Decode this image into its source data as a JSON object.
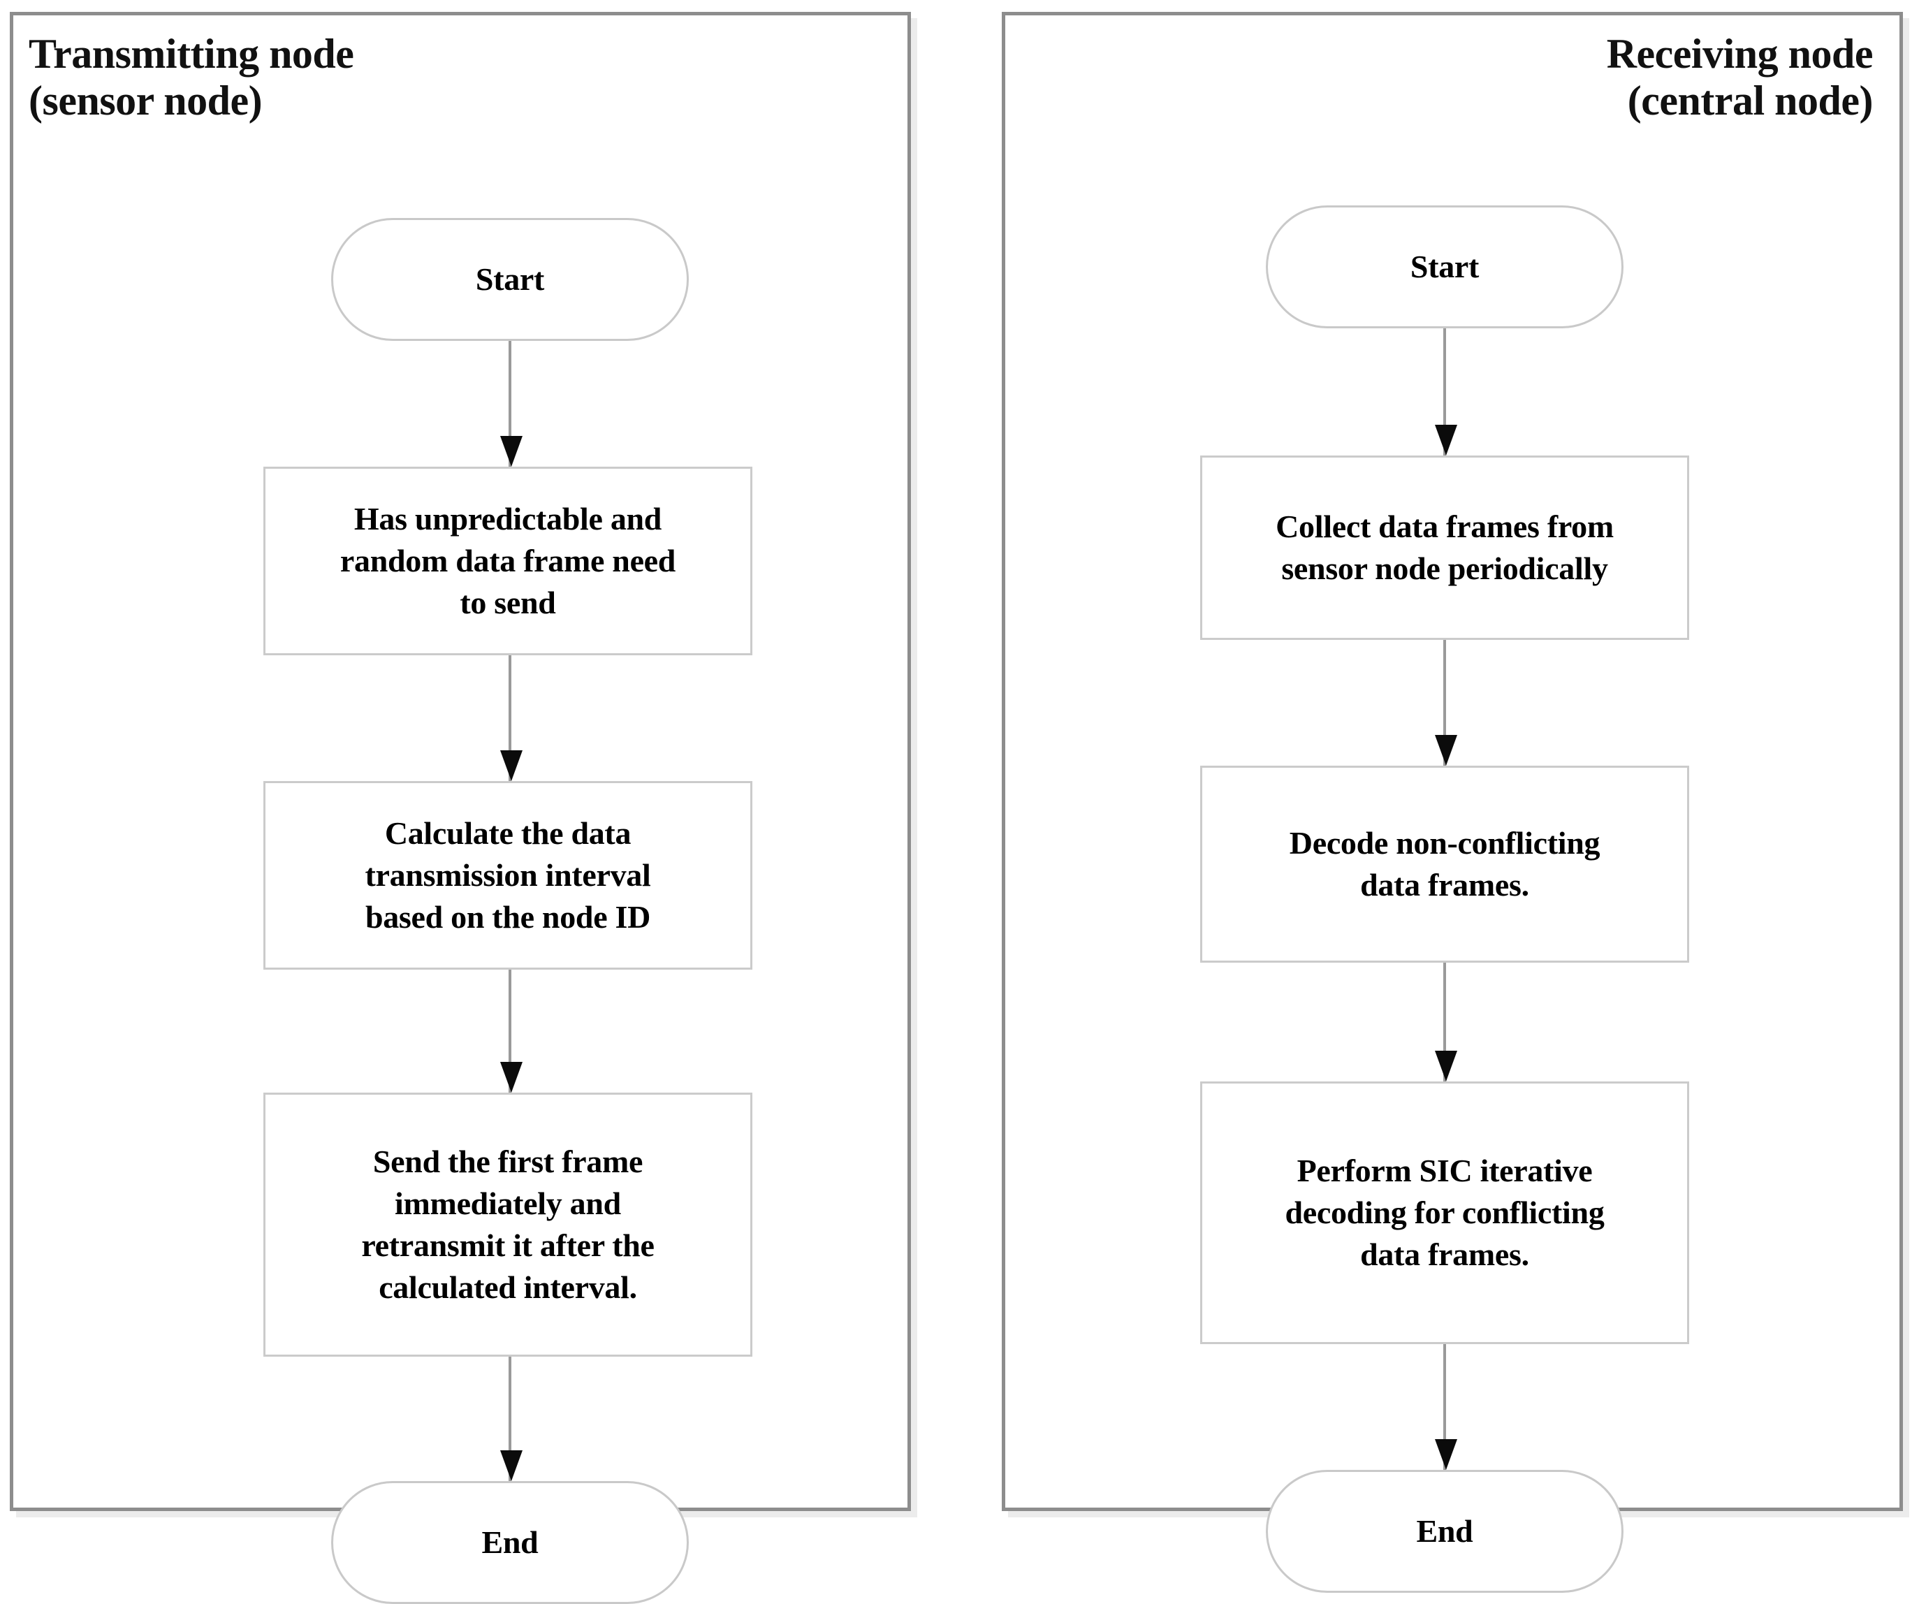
{
  "diagram": {
    "title": "",
    "panels": [
      {
        "id": "transmitting",
        "title": "Transmitting node\n(sensor node)",
        "title_align": "left",
        "nodes": [
          {
            "id": "start",
            "type": "terminator",
            "label": "Start"
          },
          {
            "id": "p1",
            "type": "process",
            "label": "Has unpredictable and\nrandom data frame need\nto send"
          },
          {
            "id": "p2",
            "type": "process",
            "label": "Calculate the data\ntransmission interval\nbased on the node ID"
          },
          {
            "id": "p3",
            "type": "process",
            "label": "Send the first frame\nimmediately and\nretransmit it after the\ncalculated interval."
          },
          {
            "id": "end",
            "type": "terminator",
            "label": "End"
          }
        ],
        "edges": [
          {
            "from": "start",
            "to": "p1",
            "arrow": "down"
          },
          {
            "from": "p1",
            "to": "p2",
            "arrow": "down"
          },
          {
            "from": "p2",
            "to": "p3",
            "arrow": "down"
          },
          {
            "from": "p3",
            "to": "end",
            "arrow": "down"
          }
        ]
      },
      {
        "id": "receiving",
        "title": "Receiving node\n(central node)",
        "title_align": "right",
        "nodes": [
          {
            "id": "start",
            "type": "terminator",
            "label": "Start"
          },
          {
            "id": "p1",
            "type": "process",
            "label": "Collect data frames from\nsensor node periodically"
          },
          {
            "id": "p2",
            "type": "process",
            "label": "Decode non-conflicting\ndata frames."
          },
          {
            "id": "p3",
            "type": "process",
            "label": "Perform SIC iterative\ndecoding for conflicting\ndata frames."
          },
          {
            "id": "end",
            "type": "terminator",
            "label": "End"
          }
        ],
        "edges": [
          {
            "from": "start",
            "to": "p1",
            "arrow": "down"
          },
          {
            "from": "p1",
            "to": "p2",
            "arrow": "down"
          },
          {
            "from": "p2",
            "to": "p3",
            "arrow": "down"
          },
          {
            "from": "p3",
            "to": "end",
            "arrow": "down"
          }
        ]
      }
    ],
    "colors": {
      "panel_border": "#8d8d8d",
      "panel_shadow": "#ececec",
      "node_border": "#c9c9c9",
      "node_fill": "#ffffff",
      "connector": "#9a9a9a",
      "arrowhead": "#0b0b0b",
      "text": "#000000"
    }
  }
}
